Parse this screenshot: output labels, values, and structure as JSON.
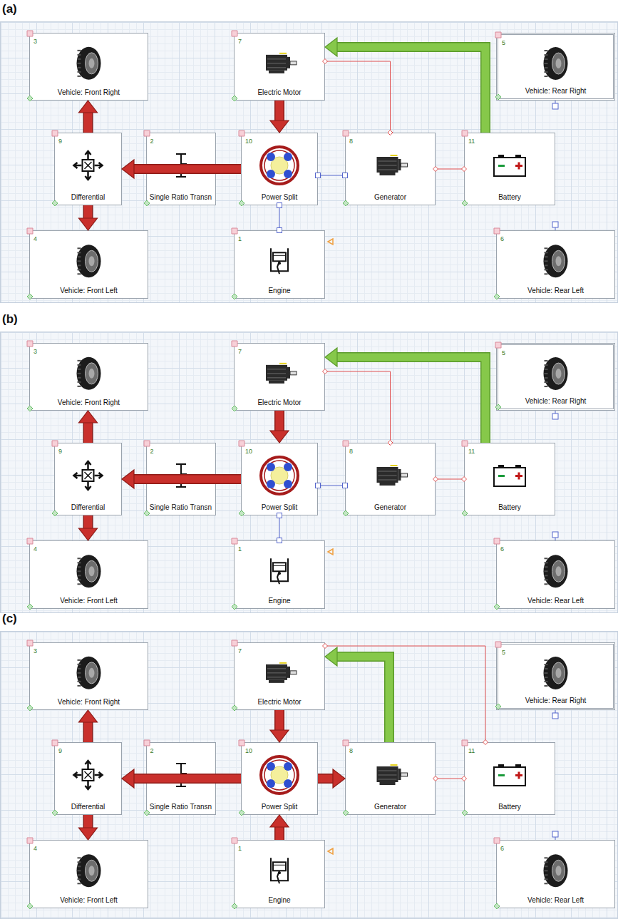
{
  "diagram": {
    "nodes": [
      {
        "text": [
          "(a)"
        ]
      },
      {
        "text": [
          "3",
          "Vehicle: Front Right"
        ],
        "in": 0
      },
      {
        "text": [
          "7",
          "Electric Motor"
        ],
        "in": 0
      },
      {
        "text": [
          "5",
          "Vehicle: Rear Right"
        ],
        "in": 0
      },
      {
        "text": [
          "9",
          "Differential"
        ],
        "in": 0
      },
      {
        "text": [
          "2",
          "Single Ratio Transn"
        ],
        "in": 0
      },
      {
        "text": [
          "10",
          "Power Split"
        ],
        "in": 0
      },
      {
        "text": [
          "8",
          "Generator"
        ],
        "in": 0
      },
      {
        "text": [
          "11",
          "Battery"
        ],
        "in": 0
      },
      {
        "text": [
          "4",
          "Vehicle: Front Left"
        ],
        "in": 0
      },
      {
        "text": [
          "1",
          "Engine"
        ],
        "in": 0
      },
      {
        "text": [
          "6",
          "Vehicle: Rear Left"
        ],
        "in": 0
      },
      {
        "text": [
          "(b)"
        ]
      },
      {
        "text": [
          "3",
          "Vehicle: Front Right"
        ],
        "in": 12
      },
      {
        "text": [
          "7",
          "Electric Motor"
        ],
        "in": 12
      },
      {
        "text": [
          "5",
          "Vehicle: Rear Right"
        ],
        "in": 12
      },
      {
        "text": [
          "9",
          "Differential"
        ],
        "in": 12
      },
      {
        "text": [
          "2",
          "Single Ratio Transn"
        ],
        "in": 12
      },
      {
        "text": [
          "10",
          "Power Split"
        ],
        "in": 12
      },
      {
        "text": [
          "8",
          "Generator"
        ],
        "in": 12
      },
      {
        "text": [
          "11",
          "Battery"
        ],
        "in": 12
      },
      {
        "text": [
          "4",
          "Vehicle: Front Left"
        ],
        "in": 12
      },
      {
        "text": [
          "1",
          "Engine"
        ],
        "in": 12
      },
      {
        "text": [
          "6",
          "Vehicle: Rear Left"
        ],
        "in": 12
      },
      {
        "text": [
          "(c)"
        ]
      },
      {
        "text": [
          "3",
          "Vehicle: Front Right"
        ],
        "in": 24
      },
      {
        "text": [
          "7",
          "Electric Motor"
        ],
        "in": 24
      },
      {
        "text": [
          "5",
          "Vehicle: Rear Right"
        ],
        "in": 24
      },
      {
        "text": [
          "9",
          "Differential"
        ],
        "in": 24
      },
      {
        "text": [
          "2",
          "Single Ratio Transn"
        ],
        "in": 24
      },
      {
        "text": [
          "10",
          "Power Split"
        ],
        "in": 24
      },
      {
        "text": [
          "8",
          "Generator"
        ],
        "in": 24
      },
      {
        "text": [
          "11",
          "Battery"
        ],
        "in": 24
      },
      {
        "text": [
          "4",
          "Vehicle: Front Left"
        ],
        "in": 24
      },
      {
        "text": [
          "1",
          "Engine"
        ],
        "in": 24
      },
      {
        "text": [
          "6",
          "Vehicle: Rear Left"
        ],
        "in": 24
      }
    ],
    "edges": [
      {
        "from": 2,
        "to": 6,
        "arrow": "to"
      },
      {
        "from": 6,
        "to": 4,
        "arrow": "to"
      },
      {
        "from": 4,
        "to": 1,
        "arrow": "to"
      },
      {
        "from": 4,
        "to": 9,
        "arrow": "to"
      },
      {
        "from": 8,
        "to": 2,
        "arrow": "to"
      },
      {
        "from": 2,
        "to": 7,
        "arrow": "none"
      },
      {
        "from": 7,
        "to": 8,
        "arrow": "none"
      },
      {
        "from": 6,
        "to": 7,
        "arrow": "none"
      },
      {
        "from": 6,
        "to": 10,
        "arrow": "none"
      },
      {
        "from": 14,
        "to": 18,
        "arrow": "to"
      },
      {
        "from": 18,
        "to": 16,
        "arrow": "to"
      },
      {
        "from": 16,
        "to": 13,
        "arrow": "to"
      },
      {
        "from": 16,
        "to": 21,
        "arrow": "to"
      },
      {
        "from": 20,
        "to": 14,
        "arrow": "to"
      },
      {
        "from": 14,
        "to": 19,
        "arrow": "none"
      },
      {
        "from": 19,
        "to": 20,
        "arrow": "none"
      },
      {
        "from": 18,
        "to": 19,
        "arrow": "none"
      },
      {
        "from": 18,
        "to": 22,
        "arrow": "none"
      },
      {
        "from": 26,
        "to": 30,
        "arrow": "to"
      },
      {
        "from": 34,
        "to": 30,
        "arrow": "to"
      },
      {
        "from": 30,
        "to": 28,
        "arrow": "to"
      },
      {
        "from": 30,
        "to": 31,
        "arrow": "to"
      },
      {
        "from": 28,
        "to": 25,
        "arrow": "to"
      },
      {
        "from": 28,
        "to": 33,
        "arrow": "to"
      },
      {
        "from": 31,
        "to": 26,
        "arrow": "to"
      },
      {
        "from": 26,
        "to": 32,
        "arrow": "none"
      },
      {
        "from": 31,
        "to": 32,
        "arrow": "none"
      }
    ]
  }
}
